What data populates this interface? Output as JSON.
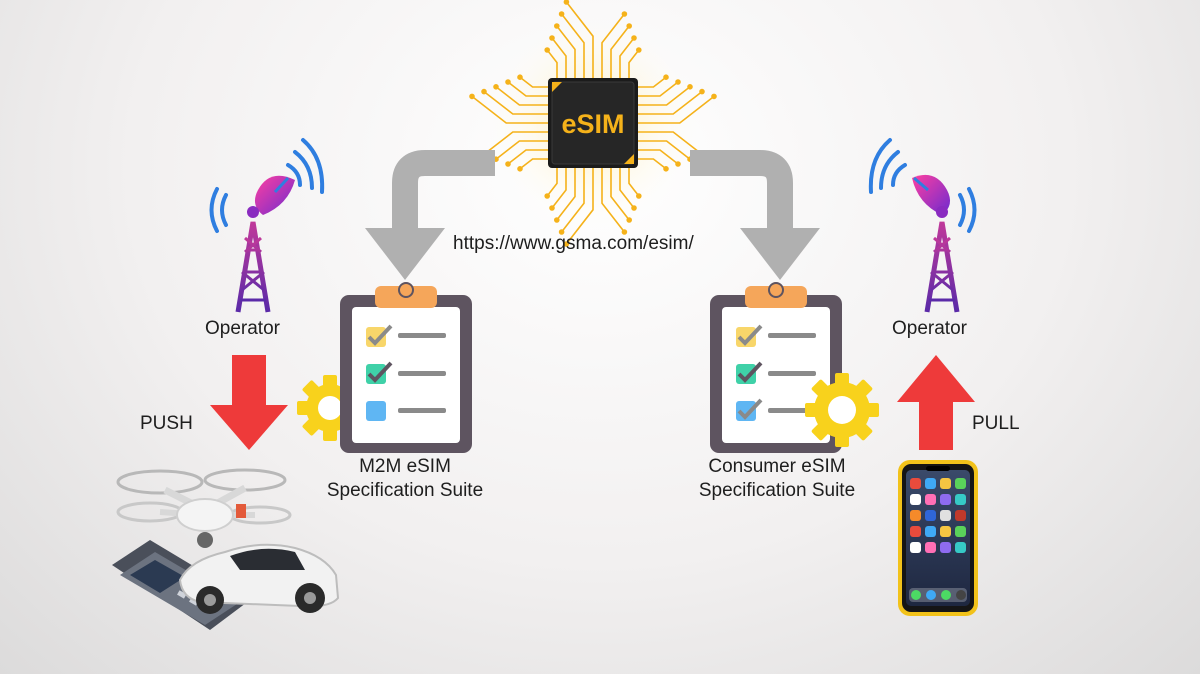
{
  "chip": {
    "label": "eSIM"
  },
  "url": "https://www.gsma.com/esim/",
  "left": {
    "operator_label": "Operator",
    "direction_label": "PUSH",
    "suite_line1": "M2M eSIM",
    "suite_line2": "Specification Suite"
  },
  "right": {
    "operator_label": "Operator",
    "direction_label": "PULL",
    "suite_line1": "Consumer eSIM",
    "suite_line2": "Specification Suite"
  },
  "colors": {
    "chip_gold": "#f5b21a",
    "chip_body": "#1b1b1b",
    "arrow_gray": "#b0b0b0",
    "push_red": "#ee3a3a",
    "pull_red": "#ee3a3a",
    "clipboard_frame": "#5e5460",
    "clip_orange": "#f5a65a",
    "gear_yellow": "#f8d21c",
    "tower_purple": "#9b2fae",
    "wave_blue": "#2f7ee0"
  }
}
